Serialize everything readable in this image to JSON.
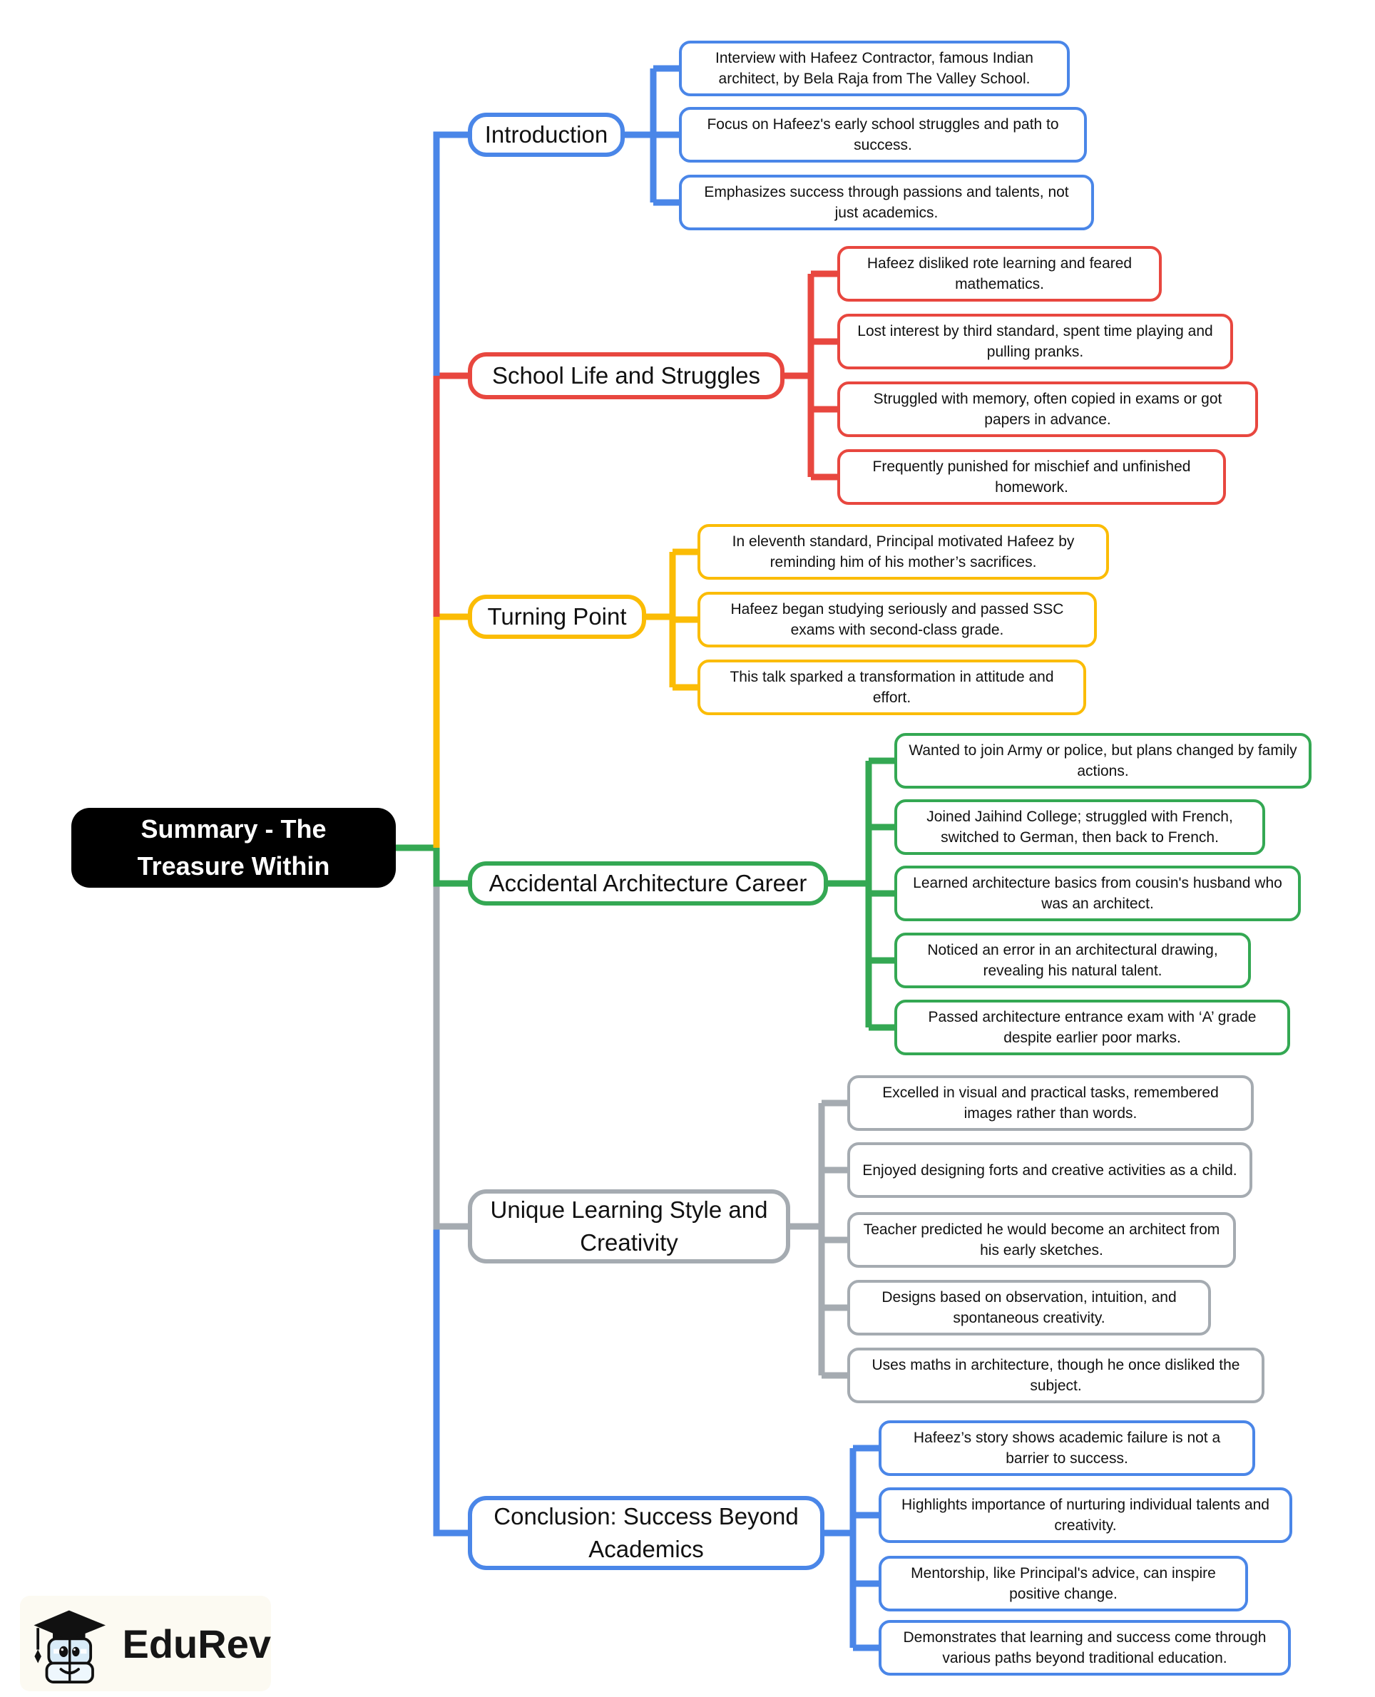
{
  "root": {
    "label": "Summary - The Treasure Within"
  },
  "branches": [
    {
      "id": "introduction",
      "label": "Introduction",
      "color": "#4a86e8",
      "children": [
        "Interview with Hafeez Contractor, famous Indian architect, by Bela Raja from The Valley School.",
        "Focus on Hafeez's early school struggles and path to success.",
        "Emphasizes success through passions and talents, not just academics."
      ]
    },
    {
      "id": "school-life-and-struggles",
      "label": "School Life and Struggles",
      "color": "#e8473f",
      "children": [
        "Hafeez disliked rote learning and feared mathematics.",
        "Lost interest by third standard, spent time playing and pulling pranks.",
        "Struggled with memory, often copied in exams or got papers in advance.",
        "Frequently punished for mischief and unfinished homework."
      ]
    },
    {
      "id": "turning-point",
      "label": "Turning Point",
      "color": "#fbbc05",
      "children": [
        "In eleventh standard, Principal motivated Hafeez by reminding him of his mother’s sacrifices.",
        "Hafeez began studying seriously and passed SSC exams with second-class grade.",
        "This talk sparked a transformation in attitude and effort."
      ]
    },
    {
      "id": "accidental-architecture-career",
      "label": "Accidental Architecture Career",
      "color": "#34a853",
      "children": [
        "Wanted to join Army or police, but plans changed by family actions.",
        "Joined Jaihind College; struggled with French, switched to German, then back to French.",
        "Learned architecture basics from cousin's husband who was an architect.",
        "Noticed an error in an architectural drawing, revealing his natural talent.",
        "Passed architecture entrance exam with ‘A’ grade despite earlier poor marks."
      ]
    },
    {
      "id": "unique-learning-style-and-creativity",
      "label": "Unique Learning Style and Creativity",
      "color": "#a5abb1",
      "children": [
        "Excelled in visual and practical tasks, remembered images rather than words.",
        "Enjoyed designing forts and creative activities as a child.",
        "Teacher predicted he would become an architect from his early sketches.",
        "Designs based on observation, intuition, and spontaneous creativity.",
        "Uses maths in architecture, though he once disliked the subject."
      ]
    },
    {
      "id": "conclusion-success-beyond-academics",
      "label": "Conclusion: Success Beyond Academics",
      "color": "#4a86e8",
      "children": [
        "Hafeez’s story shows academic failure is not a barrier to success.",
        "Highlights importance of nurturing individual talents and creativity.",
        "Mentorship, like Principal's advice, can inspire positive change.",
        "Demonstrates that learning and success come through various paths beyond traditional education."
      ]
    }
  ],
  "colors": {
    "blue": "#4a86e8",
    "red": "#e8473f",
    "yellow": "#fbbc05",
    "green": "#34a853",
    "gray": "#a5abb1",
    "root_bg": "#000000",
    "root_text": "#ffffff",
    "background": "#ffffff"
  },
  "logo": {
    "text": "EduRev"
  }
}
